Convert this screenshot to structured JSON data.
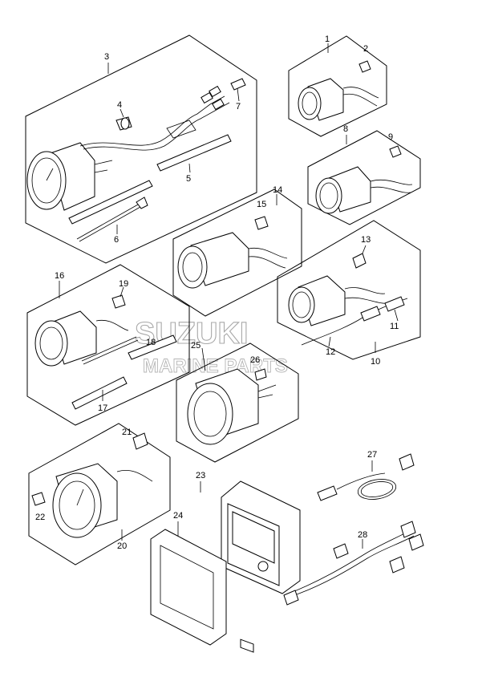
{
  "watermark": {
    "brand": "SUZUKI",
    "subtitle": "MARINE PARTS"
  },
  "callouts": [
    "1",
    "2",
    "3",
    "4",
    "5",
    "6",
    "7",
    "8",
    "9",
    "10",
    "11",
    "12",
    "13",
    "14",
    "15",
    "16",
    "17",
    "18",
    "19",
    "20",
    "21",
    "22",
    "23",
    "24",
    "25",
    "26",
    "27",
    "28"
  ]
}
